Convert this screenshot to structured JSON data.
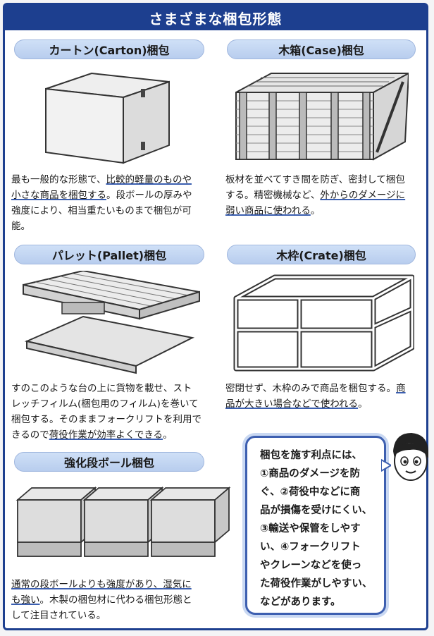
{
  "title": "さまざまな梱包形態",
  "sections": {
    "carton": {
      "label": "カートン(Carton)梱包",
      "box_labels": [
        "",
        "",
        ""
      ],
      "desc": {
        "l1a": "最も一般的な形態で、",
        "l1b": "比較的軽量のものや",
        "l2a": "小さな商品を梱包する",
        "l2b": "。段ボールの厚みや",
        "l3": "強度により、相当重たいものまで梱包が可",
        "l4": "能。"
      }
    },
    "case": {
      "label": "木箱(Case)梱包",
      "desc": {
        "l1": "板材を並べてすき間を防ぎ、密封して梱包",
        "l2a": "する。精密機械など、",
        "l2b": "外からのダメージに",
        "l3": "弱い商品に使われる",
        "l3b": "。"
      }
    },
    "pallet": {
      "label": "パレット(Pallet)梱包",
      "desc": {
        "l1": "すのこのような台の上に貨物を載せ、スト",
        "l2": "レッチフィルム(梱包用のフィルム)を巻いて",
        "l3": "梱包する。そのままフォークリフトを利用で",
        "l4a": "きるので",
        "l4b": "荷役作業が効率よくできる",
        "l4c": "。"
      }
    },
    "crate": {
      "label": "木枠(Crate)梱包",
      "desc": {
        "l1a": "密閉せず、木枠のみで商品を梱包する。",
        "l1b": "商",
        "l2a": "品が大きい場合などで使われる",
        "l2b": "。"
      }
    },
    "reinforced": {
      "label": "強化段ボール梱包",
      "desc": {
        "l1a": "通常の段ボールよりも強度があり、",
        "l1b": "湿気に",
        "l2a": "も強い",
        "l2b": "。木製の梱包材に代わる梱包形態と",
        "l3": "して注目されている。"
      }
    }
  },
  "bubble": {
    "lines": [
      "梱包を施す利点には、",
      "①商品のダメージを防",
      "ぐ、②荷役中などに商",
      "品が損傷を受けにくい、",
      "③輸送や保管をしやす",
      "い、④フォークリフト",
      "やクレーンなどを使っ",
      "た荷役作業がしやすい、",
      "などがあります。"
    ]
  },
  "colors": {
    "header": "#1d3f8f",
    "pill": "#c4d6f2",
    "underline": "#3b5fb0"
  }
}
